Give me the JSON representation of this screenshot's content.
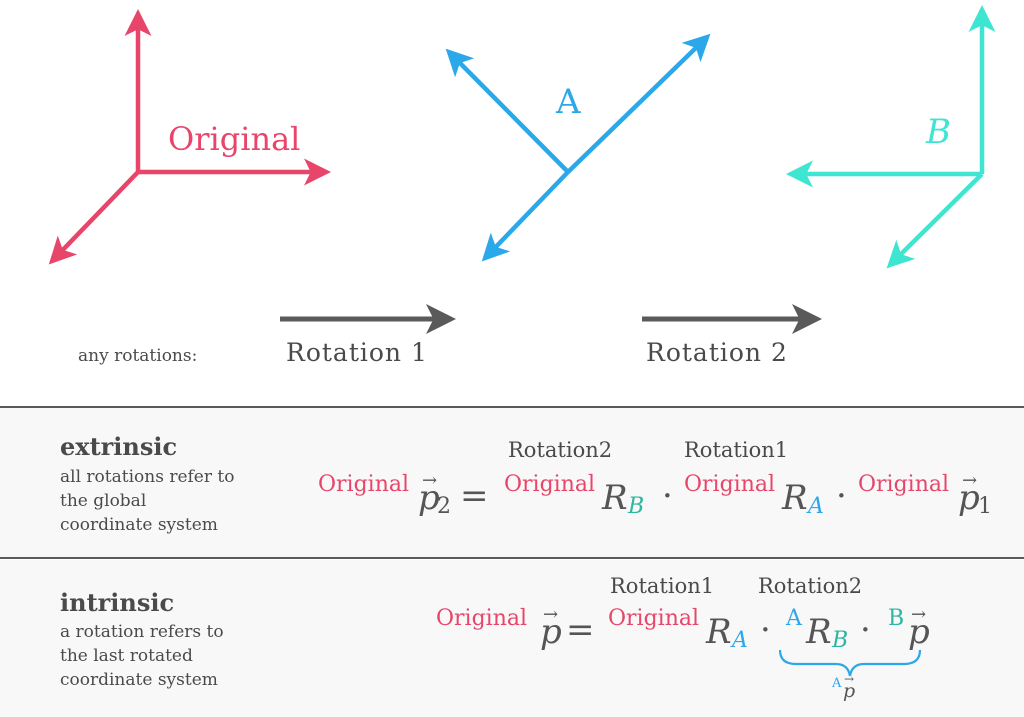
{
  "frames": {
    "original": {
      "label": "Original",
      "color": "#e8456a"
    },
    "a": {
      "label": "A",
      "color": "#2ba8ea"
    },
    "b": {
      "label": "B",
      "color": "#3ee6d2"
    }
  },
  "rotation_arrows": {
    "label1": "Rotation 1",
    "label2": "Rotation 2",
    "color": "#5a5a5a"
  },
  "any_rotations_label": "any rotations:",
  "extrinsic": {
    "title": "extrinsic",
    "description": [
      "all rotations refer to",
      "the global",
      "coordinate system"
    ],
    "rotation_labels": [
      "Rotation2",
      "Rotation1"
    ],
    "equation": {
      "lhs_sup": "Original",
      "lhs_symbol": "p",
      "lhs_sub": "2",
      "equals": "=",
      "term1_sup": "Original",
      "term1_symbol": "R",
      "term1_sub": "B",
      "dot": "·",
      "term2_sup": "Original",
      "term2_symbol": "R",
      "term2_sub": "A",
      "term3_sup": "Original",
      "term3_symbol": "p",
      "term3_sub": "1"
    }
  },
  "intrinsic": {
    "title": "intrinsic",
    "description": [
      "a rotation refers to",
      "the last rotated",
      "coordinate system"
    ],
    "rotation_labels": [
      "Rotation1",
      "Rotation2"
    ],
    "equation": {
      "lhs_sup": "Original",
      "lhs_symbol": "p",
      "equals": "=",
      "term1_sup": "Original",
      "term1_symbol": "R",
      "term1_sub": "A",
      "dot": "·",
      "term2_sup": "A",
      "term2_symbol": "R",
      "term2_sub": "B",
      "term3_sup": "B",
      "term3_symbol": "p",
      "brace_sup": "A",
      "brace_symbol": "p"
    }
  }
}
